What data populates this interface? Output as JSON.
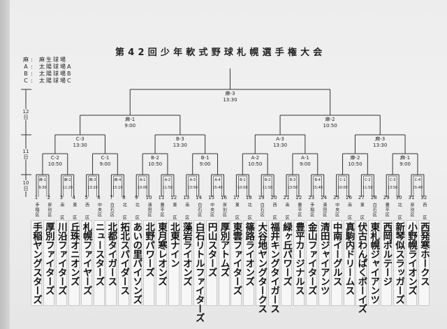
{
  "title": "第42回少年軟式野球札幌選手権大会",
  "legend": [
    {
      "key": "麻",
      "value": "麻生球場"
    },
    {
      "key": "A",
      "value": "太陽球場A"
    },
    {
      "key": "B",
      "value": "太陽球場B"
    },
    {
      "key": "C",
      "value": "太陽球場C"
    }
  ],
  "days": [
    "12日",
    "11日",
    "10日"
  ],
  "teams": [
    {
      "no": "1",
      "district": "手稲区",
      "name": "手稲ヤングスターズ"
    },
    {
      "no": "2",
      "district": "厚別区",
      "name": "厚別ファイターズ"
    },
    {
      "no": "3",
      "district": "南区",
      "name": "川沿ファイターズ"
    },
    {
      "no": "4",
      "district": "東区",
      "name": "丘珠オニオンズ"
    },
    {
      "no": "5",
      "district": "西区",
      "name": "札幌ファイヤーズ"
    },
    {
      "no": "6",
      "district": "中央区",
      "name": "ニュースターズ"
    },
    {
      "no": "7",
      "district": "白石区",
      "name": "北都タイガース"
    },
    {
      "no": "8",
      "district": "北区",
      "name": "拓北スパイダース"
    },
    {
      "no": "9",
      "district": "北区",
      "name": "あいの里パイソンズ"
    },
    {
      "no": "10",
      "district": "清田区",
      "name": "北野パワーズ"
    },
    {
      "no": "11",
      "district": "豊平区",
      "name": "東月寒レオンズ"
    },
    {
      "no": "12",
      "district": "東区",
      "name": "北東ナイン"
    },
    {
      "no": "13",
      "district": "南区",
      "name": "藻岩ライオンズ"
    },
    {
      "no": "14",
      "district": "白石区",
      "name": "白石リトルファイターズ"
    },
    {
      "no": "15",
      "district": "中央区",
      "name": "円山スターズ"
    },
    {
      "no": "16",
      "district": "厚別区",
      "name": "厚別アトムズ"
    },
    {
      "no": "17",
      "district": "東区",
      "name": "東雲ファイターズ"
    },
    {
      "no": "18",
      "district": "北区",
      "name": "篠路ライオンズ"
    },
    {
      "no": "19",
      "district": "白石区",
      "name": "大谷地ヤングタークス"
    },
    {
      "no": "20",
      "district": "西区",
      "name": "福井キングタイガース"
    },
    {
      "no": "21",
      "district": "南区",
      "name": "緑ヶ丘パワーズ"
    },
    {
      "no": "22",
      "district": "豊平区",
      "name": "豊平カージナルス"
    },
    {
      "no": "23",
      "district": "手稲区",
      "name": "金山ファイターズ"
    },
    {
      "no": "24",
      "district": "清田区",
      "name": "清田ジャイアンツ"
    },
    {
      "no": "25",
      "district": "中央区",
      "name": "中南イーグルス"
    },
    {
      "no": "26",
      "district": "南区",
      "name": "真駒内ドリームス"
    },
    {
      "no": "27",
      "district": "東区",
      "name": "伏古わんぱくボーイズ"
    },
    {
      "no": "28",
      "district": "白石区",
      "name": "東札幌ジャイアンツ"
    },
    {
      "no": "29",
      "district": "豊平区",
      "name": "西岡ポルテージ"
    },
    {
      "no": "30",
      "district": "北区",
      "name": "新琴似スラッガーズ"
    },
    {
      "no": "31",
      "district": "厚別区",
      "name": "小野幌ライオンズ"
    },
    {
      "no": "32",
      "district": "西区",
      "name": "西発寒ホークス"
    }
  ],
  "rounds": [
    [
      {
        "code": "麻-1",
        "time": "9:30"
      },
      {
        "code": "麻-2",
        "time": "11:20"
      },
      {
        "code": "麻-3",
        "time": "13:20"
      },
      {
        "code": "麻-4",
        "time": "15:10"
      },
      {
        "code": "A-1",
        "time": "10:00"
      },
      {
        "code": "A-2",
        "time": "11:50"
      },
      {
        "code": "A-3",
        "time": "13:50"
      },
      {
        "code": "A-4",
        "time": "15:40"
      },
      {
        "code": "B-1",
        "time": "10:00"
      },
      {
        "code": "B-2",
        "time": "11:50"
      },
      {
        "code": "B-3",
        "time": "13:50"
      },
      {
        "code": "B-4",
        "time": "15:40"
      },
      {
        "code": "C-1",
        "time": "10:00"
      },
      {
        "code": "C-2",
        "time": "11:50"
      },
      {
        "code": "C-3",
        "time": "13:50"
      },
      {
        "code": "C-4",
        "time": "15:40"
      }
    ],
    [
      {
        "code": "C-2",
        "time": "10:50"
      },
      {
        "code": "C-1",
        "time": "9:00"
      },
      {
        "code": "B-2",
        "time": "10:50"
      },
      {
        "code": "B-1",
        "time": "9:00"
      },
      {
        "code": "A-2",
        "time": "10:50"
      },
      {
        "code": "A-1",
        "time": "9:00"
      },
      {
        "code": "麻-2",
        "time": "10:50"
      },
      {
        "code": "麻-1",
        "time": "9:00"
      }
    ],
    [
      {
        "code": "C-3",
        "time": "13:30"
      },
      {
        "code": "B-3",
        "time": "13:30"
      },
      {
        "code": "A-3",
        "time": "13:30"
      },
      {
        "code": "麻-3",
        "time": "13:30"
      }
    ],
    [
      {
        "code": "麻-1",
        "time": "9:00"
      },
      {
        "code": "麻-2",
        "time": "10:50"
      }
    ],
    [
      {
        "code": "麻-3",
        "time": "13:30"
      }
    ]
  ]
}
